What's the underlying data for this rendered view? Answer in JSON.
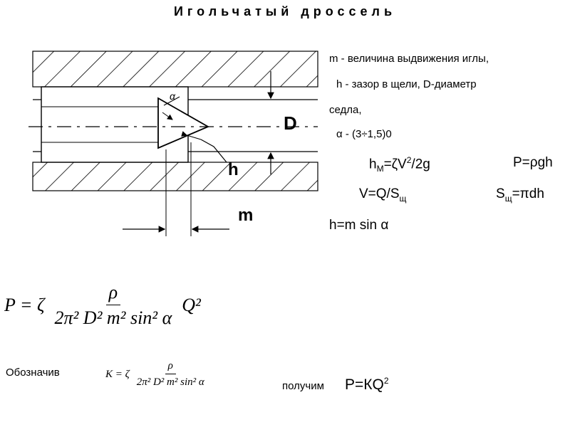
{
  "title": "Игольчатый дроссель",
  "diagram": {
    "label_D": "D",
    "label_h": "h",
    "label_m": "m",
    "label_alpha": "α"
  },
  "legend": {
    "line1": "m - величина выдвижения иглы,",
    "line2": "h  - зазор в  щели, D-диаметр",
    "line3": "седла,",
    "line4": "α  -  (3÷1,5)0"
  },
  "equations": {
    "hm_lhs": "h",
    "hm_sub": "M",
    "hm_rhs_a": "=ζV",
    "hm_sup": "2",
    "hm_rhs_b": "/2g",
    "p_rgh": "P=ρgh",
    "v_lhs": "V=Q/S",
    "v_sub": "щ",
    "s_lhs": "S",
    "s_sub": "щ",
    "s_rhs": "=πdh",
    "h_eq": "h=m sin α"
  },
  "main_formula": {
    "lhs": "P = ζ",
    "numerator": "ρ",
    "denominator": "2π² D² m² sin² α",
    "tail": "Q²"
  },
  "k_formula": {
    "prefix": "Обозначив",
    "lhs": "K = ζ",
    "numerator": "ρ",
    "denominator": "2π² D² m² sin² α",
    "get_label": "получим",
    "result": "P=КQ",
    "result_sup": "2"
  }
}
